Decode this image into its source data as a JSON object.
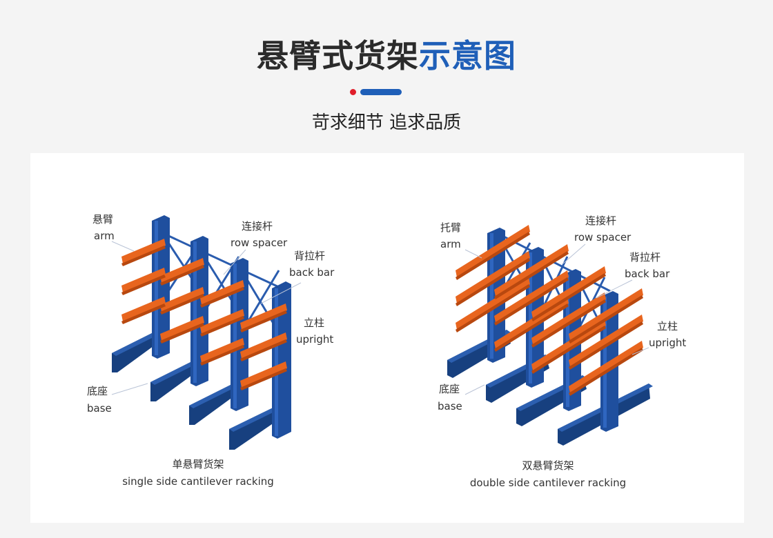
{
  "header": {
    "title_dark": "悬臂式货架",
    "title_blue": "示意图",
    "subtitle": "苛求细节 追求品质"
  },
  "diagrams": [
    {
      "caption_zh": "单悬臂货架",
      "caption_en": "single side cantilever racking",
      "labels": [
        {
          "zh": "悬臂",
          "en": "arm"
        },
        {
          "zh": "连接杆",
          "en": "row spacer"
        },
        {
          "zh": "背拉杆",
          "en": "back bar"
        },
        {
          "zh": "立柱",
          "en": "upright"
        },
        {
          "zh": "底座",
          "en": "base"
        }
      ]
    },
    {
      "caption_zh": "双悬臂货架",
      "caption_en": "double side cantilever racking",
      "labels": [
        {
          "zh": "托臂",
          "en": "arm"
        },
        {
          "zh": "连接杆",
          "en": "row spacer"
        },
        {
          "zh": "背拉杆",
          "en": "back bar"
        },
        {
          "zh": "立柱",
          "en": "upright"
        },
        {
          "zh": "底座",
          "en": "base"
        }
      ]
    }
  ],
  "colors": {
    "blue": "#1f4f9e",
    "orange": "#e8651e",
    "accent_red": "#e01e2a",
    "accent_blue": "#1f5fb8"
  }
}
